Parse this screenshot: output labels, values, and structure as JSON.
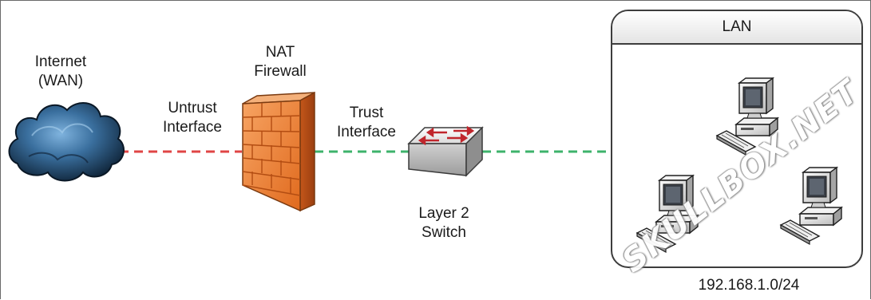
{
  "labels": {
    "internet_line1": "Internet",
    "internet_line2": "(WAN)",
    "untrust_line1": "Untrust",
    "untrust_line2": "Interface",
    "nat_line1": "NAT",
    "nat_line2": "Firewall",
    "trust_line1": "Trust",
    "trust_line2": "Interface",
    "switch_line1": "Layer 2",
    "switch_line2": "Switch",
    "lan_title": "LAN",
    "lan_subnet": "192.168.1.0/24"
  },
  "watermark": "SKULLBOX.NET",
  "colors": {
    "untrust_link": "#e04545",
    "trust_link": "#3db36b",
    "firewall": "#f08a3c",
    "cloud": "#2f5f8f"
  },
  "icons": [
    "cloud-icon",
    "firewall-icon",
    "switch-icon",
    "computer-icon"
  ]
}
